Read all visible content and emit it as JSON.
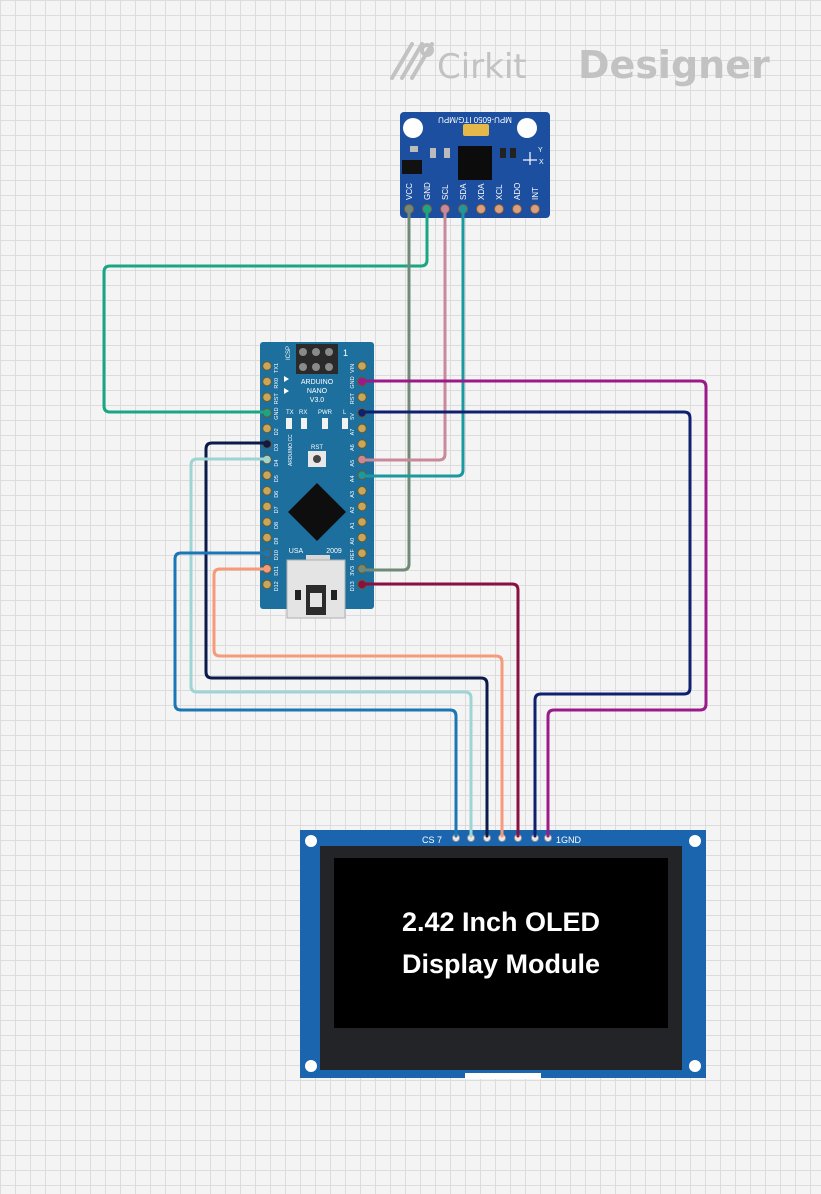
{
  "brand": {
    "prefix": "Cirkit",
    "suffix": "Designer",
    "color": "#c2c2c2"
  },
  "mpu": {
    "label": "MPU-6050 ITG/MPU",
    "pins": [
      "VCC",
      "GND",
      "SCL",
      "SDA",
      "XDA",
      "XCL",
      "ADO",
      "INT"
    ],
    "axis_y": "Y",
    "axis_x": "X",
    "board_color": "#1c4fa0"
  },
  "nano": {
    "title_line1": "ARDUINO",
    "title_line2": "NANO",
    "title_line3": "V3.0",
    "icsp": "ICSP",
    "pin_one": "1",
    "led_tx": "TX",
    "led_rx": "RX",
    "led_pwr": "PWR",
    "led_l": "L",
    "rst": "RST",
    "usa": "USA",
    "year": "2009",
    "side_text": "ARDUINO.CC",
    "left_pins": [
      "TX1",
      "RX0",
      "RST",
      "GND",
      "D2",
      "D3",
      "D4",
      "D5",
      "D6",
      "D7",
      "D8",
      "D9",
      "D10",
      "D11",
      "D12"
    ],
    "right_pins": [
      "VIN",
      "GND",
      "RST",
      "5V",
      "A7",
      "A6",
      "A5",
      "A4",
      "A3",
      "A2",
      "A1",
      "A0",
      "REF",
      "3V3",
      "D13"
    ],
    "board_color": "#1d6f9e"
  },
  "oled": {
    "header_left": "CS 7",
    "header_right": "1GND",
    "caption_line1": "2.42 Inch OLED",
    "caption_line2": "Display Module",
    "board_color": "#1b64ae"
  },
  "wire_colors": {
    "gnd_mpu": "#1aa684",
    "vcc_mpu": "#6f8a78",
    "scl": "#c88a9a",
    "sda": "#1a9aa0",
    "oled_gnd": "#9b1a8a",
    "oled_vcc": "#102070",
    "d3": "#0a1a4a",
    "d4": "#9fd4d4",
    "d10": "#1b76b5",
    "d11": "#f59a7a",
    "d13": "#8a1040"
  }
}
